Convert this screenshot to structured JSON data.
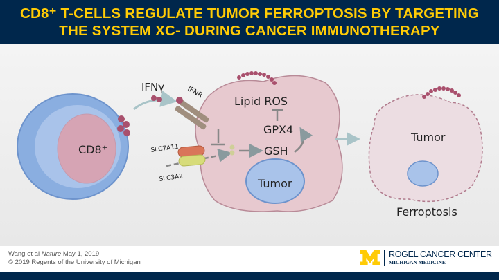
{
  "header": {
    "title_line1": "CD8⁺ T-CELLS REGULATE TUMOR FERROPTOSIS BY TARGETING",
    "title_line2": "THE SYSTEM XC- DURING CANCER IMMUNOTHERAPY"
  },
  "diagram": {
    "cd8_label": "CD8⁺",
    "ifng_label": "IFNγ",
    "ifnr_label": "IFNR",
    "slc7a11_label": "SLC7A11",
    "slc3a2_label": "SLC3A2",
    "lipid_ros_label": "Lipid ROS",
    "gpx4_label": "GPX4",
    "gsh_label": "GSH",
    "tumor_nucleus_label": "Tumor",
    "tumor_right_label": "Tumor",
    "ferroptosis_label": "Ferroptosis"
  },
  "footer": {
    "citation_prefix": "Wang et al ",
    "citation_journal": "Nature",
    "citation_date": " May 1, 2019",
    "copyright": "© 2019 Regents of the University of Michigan",
    "logo_title": "ROGEL CANCER CENTER",
    "logo_subtitle": "MICHIGAN MEDICINE"
  },
  "colors": {
    "navy": "#00274c",
    "maize": "#ffcb05"
  }
}
